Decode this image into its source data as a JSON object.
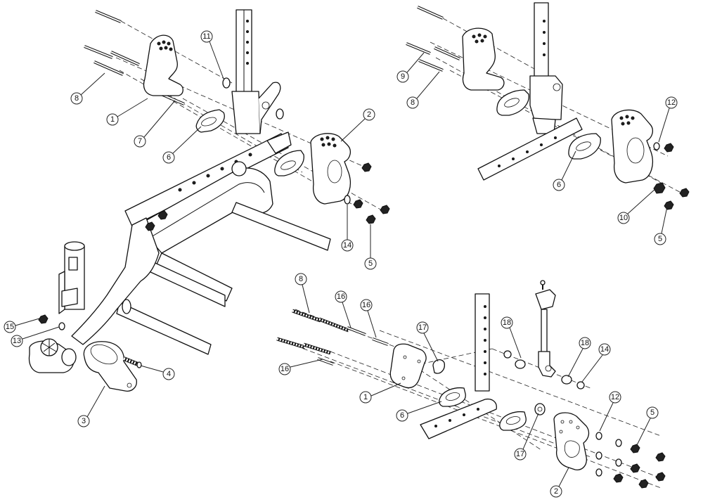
{
  "diagram": {
    "callouts": [
      {
        "id": "c8a",
        "label": "8"
      },
      {
        "id": "c11a",
        "label": "11"
      },
      {
        "id": "c1a",
        "label": "1"
      },
      {
        "id": "c7",
        "label": "7"
      },
      {
        "id": "c6a",
        "label": "6"
      },
      {
        "id": "c2a",
        "label": "2"
      },
      {
        "id": "c14a",
        "label": "14"
      },
      {
        "id": "c5a",
        "label": "5"
      },
      {
        "id": "c15",
        "label": "15"
      },
      {
        "id": "c13",
        "label": "13"
      },
      {
        "id": "c4",
        "label": "4"
      },
      {
        "id": "c3",
        "label": "3"
      },
      {
        "id": "c9",
        "label": "9"
      },
      {
        "id": "c8b",
        "label": "8"
      },
      {
        "id": "c12a",
        "label": "12"
      },
      {
        "id": "c6b",
        "label": "6"
      },
      {
        "id": "c10",
        "label": "10"
      },
      {
        "id": "c5b",
        "label": "5"
      },
      {
        "id": "c8c",
        "label": "8"
      },
      {
        "id": "c16a",
        "label": "16"
      },
      {
        "id": "c16b",
        "label": "16"
      },
      {
        "id": "c17a",
        "label": "17"
      },
      {
        "id": "c18a",
        "label": "18"
      },
      {
        "id": "c18b",
        "label": "18"
      },
      {
        "id": "c14b",
        "label": "14"
      },
      {
        "id": "c16c",
        "label": "16"
      },
      {
        "id": "c1b",
        "label": "1"
      },
      {
        "id": "c6c",
        "label": "6"
      },
      {
        "id": "c12b",
        "label": "12"
      },
      {
        "id": "c5c",
        "label": "5"
      },
      {
        "id": "c17b",
        "label": "17"
      },
      {
        "id": "c2b",
        "label": "2"
      }
    ]
  }
}
